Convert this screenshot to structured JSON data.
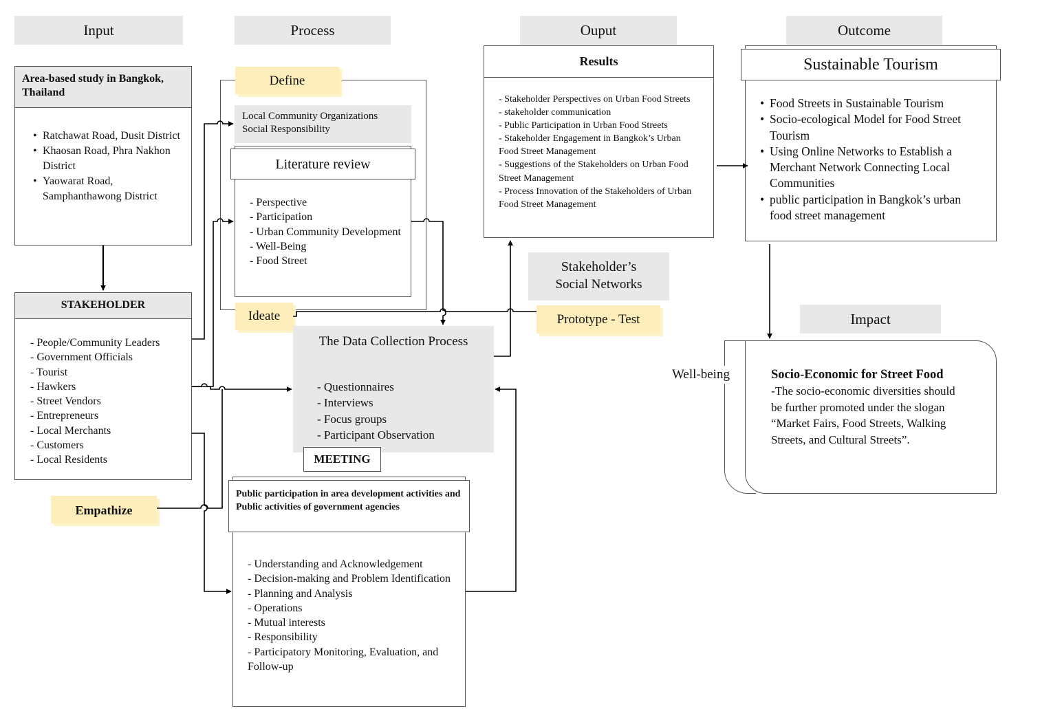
{
  "headers": {
    "input": "Input",
    "process": "Process",
    "output": "Ouput",
    "outcome": "Outcome",
    "impact": "Impact"
  },
  "area": {
    "title": "Area-based study in Bangkok, Thailand",
    "items": [
      "Ratchawat Road, Dusit District",
      "Khaosan Road, Phra Nakhon District",
      "Yaowarat Road, Samphanthawong District"
    ]
  },
  "stakeholder": {
    "title": "STAKEHOLDER",
    "items": [
      "- People/Community Leaders",
      "- Government Officials",
      "- Tourist",
      "- Hawkers",
      "- Street Vendors",
      "- Entrepreneurs",
      "- Local Merchants",
      "- Customers",
      "- Local Residents"
    ]
  },
  "design_thinking": {
    "empathize": "Empathize",
    "define": "Define",
    "ideate": "Ideate",
    "prototype_test": "Prototype - Test"
  },
  "local_community": {
    "line1": "Local Community Organizations",
    "line2": "Social Responsibility"
  },
  "literature": {
    "title": "Literature review",
    "items": [
      "- Perspective",
      "- Participation",
      "- Urban Community Development",
      "- Well-Being",
      "- Food Street"
    ]
  },
  "data_collection": {
    "title": "The Data Collection Process",
    "items": [
      "- Questionnaires",
      "- Interviews",
      "- Focus groups",
      "- Participant Observation"
    ]
  },
  "meeting": {
    "label": "MEETING",
    "title": "Public participation in area development activities and Public activities of government agencies",
    "items": [
      "- Understanding and Acknowledgement",
      "- Decision-making and Problem Identification",
      "- Planning and Analysis",
      "- Operations",
      "- Mutual interests",
      "- Responsibility",
      "- Participatory Monitoring, Evaluation, and Follow-up"
    ]
  },
  "results": {
    "title": "Results",
    "items": [
      "- Stakeholder Perspectives on Urban Food Streets",
      "- stakeholder communication",
      "- Public Participation in Urban Food Streets",
      "- Stakeholder Engagement in Bangkok’s Urban Food Street Management",
      "- Suggestions of the Stakeholders on Urban Food Street Management",
      "- Process Innovation of the Stakeholders of Urban Food Street Management"
    ]
  },
  "social_networks": {
    "line1": "Stakeholder’s",
    "line2": "Social Networks"
  },
  "sustainable": {
    "title": "Sustainable Tourism",
    "items": [
      "Food Streets in Sustainable Tourism",
      "Socio-ecological Model for Food Street Tourism",
      "Using Online Networks to Establish a Merchant Network Connecting Local Communities",
      "public participation in Bangkok’s urban food street management"
    ]
  },
  "impact": {
    "wellbeing": "Well-being",
    "title": "Socio-Economic for Street Food",
    "text": "-The socio-economic diversities should be further promoted under the slogan “Market Fairs, Food Streets, Walking Streets, and Cultural Streets”."
  }
}
